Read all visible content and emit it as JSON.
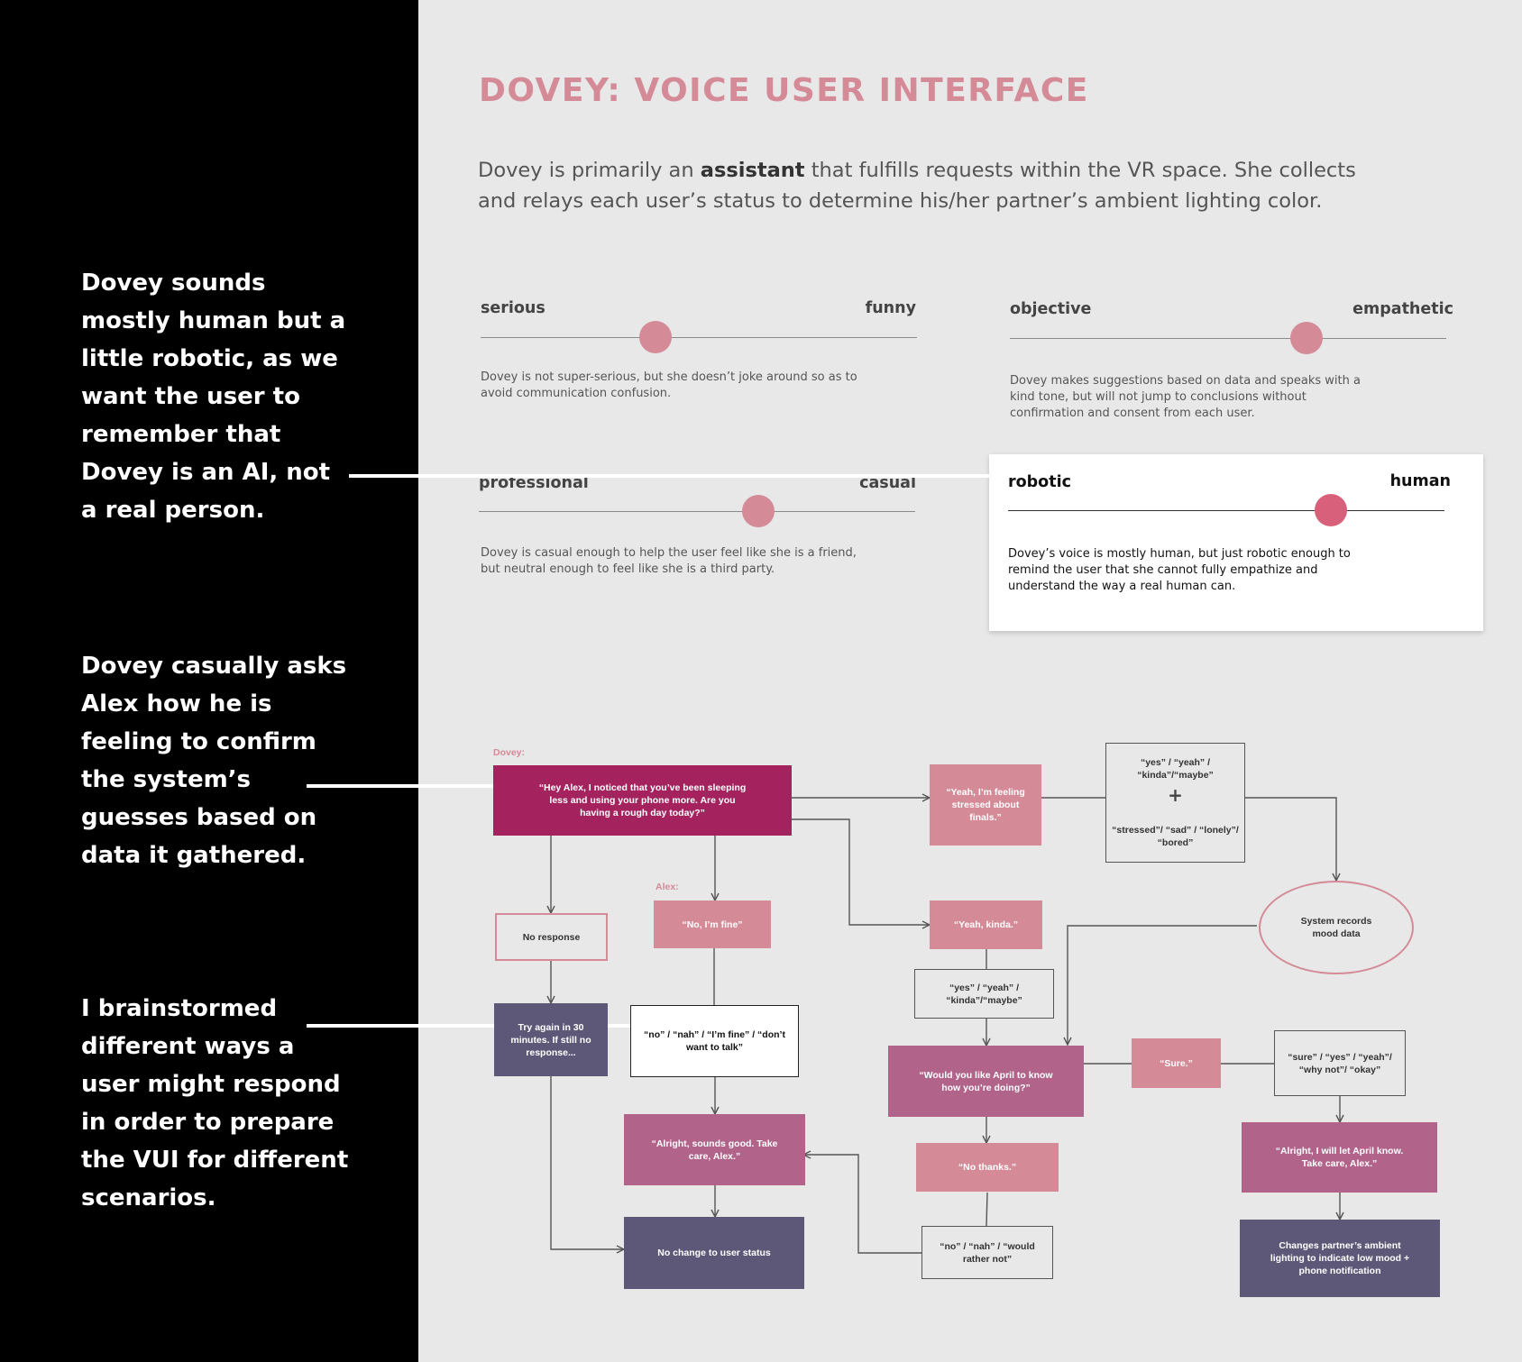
{
  "colors": {
    "title": "#d48a97",
    "accent": "#d48a97",
    "plum": "#a4235e",
    "mauve": "#b1638a",
    "slate": "#5d5878"
  },
  "annotations": [
    "Dovey sounds mostly human but a little robotic, as we want the user to remember that Dovey is an AI, not a real person.",
    "Dovey casually asks Alex how he is feeling to confirm the system’s guesses based on data it gathered.",
    "I brainstormed different ways a user might respond in order to prepare the VUI for different scenarios."
  ],
  "header": {
    "title": "DOVEY: VOICE USER INTERFACE",
    "intro_pre": "Dovey is primarily an ",
    "intro_bold": "assistant",
    "intro_post": " that fulfills requests within the VR space. She collects and relays each user’s status to determine his/her partner’s ambient lighting color."
  },
  "sliders": [
    {
      "left_label": "serious",
      "right_label": "funny",
      "value": 0.4,
      "description": "Dovey is not super-serious, but she doesn’t joke around so as to avoid communication confusion."
    },
    {
      "left_label": "objective",
      "right_label": "empathetic",
      "value": 0.68,
      "description": "Dovey makes suggestions based on data and speaks with a kind tone, but will not jump to conclusions without confirmation and consent from each user."
    },
    {
      "left_label": "professional",
      "right_label": "casual",
      "value": 0.64,
      "description": "Dovey is casual enough to help the user feel like she is a friend, but neutral enough to feel like she is a third party."
    },
    {
      "left_label": "robotic",
      "right_label": "human",
      "value": 0.74,
      "description": "Dovey’s voice is mostly human, but just robotic enough to remind the user that she cannot fully empathize and understand the way a real human can."
    }
  ],
  "flow": {
    "speaker_dovey": "Dovey:",
    "speaker_alex": "Alex:",
    "plus": "+",
    "nodes": {
      "dovey_open": "“Hey Alex, I noticed that you’ve been sleeping less and using your phone more. Are you having a rough day today?”",
      "stressed": "“Yeah, I’m feeling stressed about finals.”",
      "yes_variants_top": "“yes” / “yeah” / “kinda”/“maybe”",
      "mood_variants": "“stressed”/ “sad” / “lonely”/ “bored”",
      "no_response": "No response",
      "no_im_fine": "“No, I’m fine”",
      "yeah_kinda": "“Yeah, kinda.”",
      "system_records": "System records mood data",
      "try_again": "Try again in 30 minutes. If still no response...",
      "no_variants": "“no” / “nah” / “I’m fine” / “don’t want to talk”",
      "yes_variants_mid": "“yes” / “yeah” / “kinda”/“maybe”",
      "april_question": "“Would you like April to know how you’re doing?”",
      "sure": "“Sure.”",
      "sure_variants": "“sure” / “yes” / “yeah”/ “why not”/ “okay”",
      "alright_take_care": "“Alright, sounds good. Take care, Alex.”",
      "no_thanks": "“No thanks.”",
      "alright_april": "“Alright, I will let April know. Take care, Alex.”",
      "no_change": "No change to user status",
      "no_nah_rather": "“no” / “nah” / “would rather not”",
      "changes_lighting": "Changes partner’s ambient lighting to indicate low mood + phone notification"
    }
  }
}
